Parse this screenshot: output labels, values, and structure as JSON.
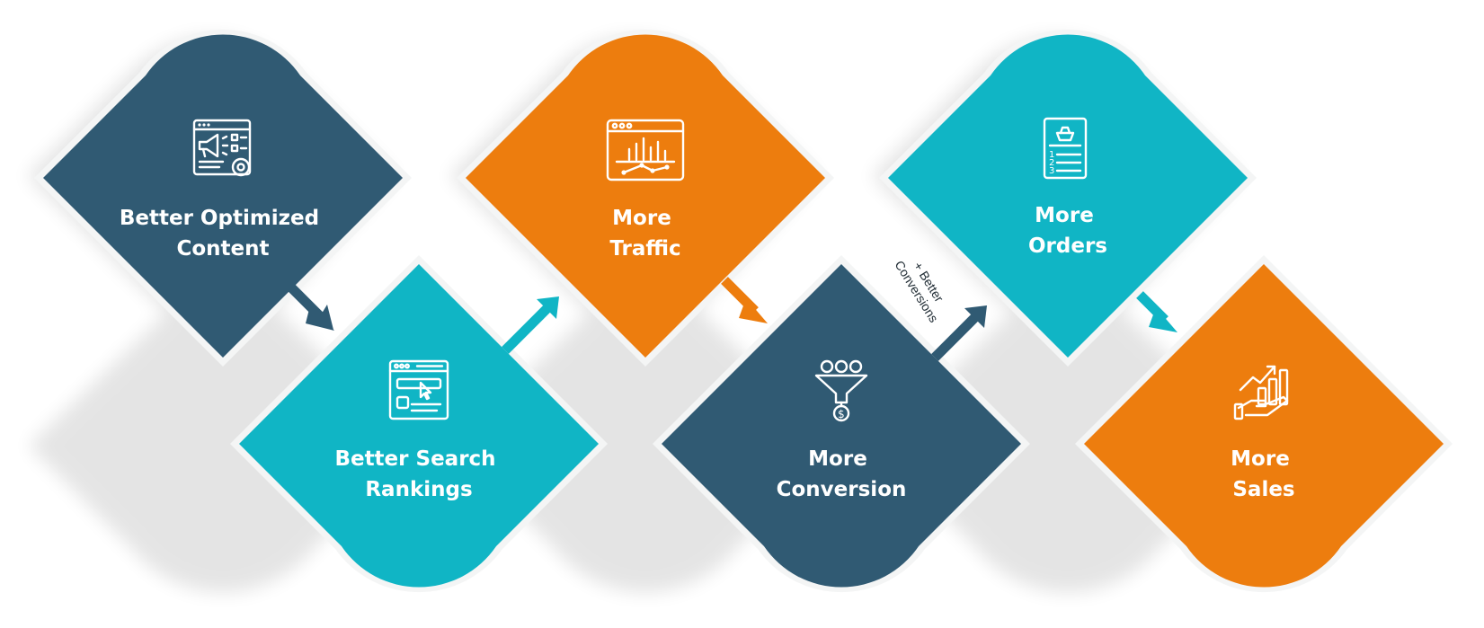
{
  "steps": [
    {
      "line1": "Better Optimized",
      "line2": "Content",
      "color": "#305a73",
      "icon": "content-marketing-icon"
    },
    {
      "line1": "Better Search",
      "line2": "Rankings",
      "color": "#10b5c5",
      "icon": "search-ranking-icon"
    },
    {
      "line1": "More",
      "line2": "Traffic",
      "color": "#ed7d0e",
      "icon": "traffic-analytics-icon"
    },
    {
      "line1": "More",
      "line2": "Conversion",
      "color": "#305a73",
      "icon": "conversion-funnel-icon"
    },
    {
      "line1": "More",
      "line2": "Orders",
      "color": "#10b5c5",
      "icon": "order-list-icon"
    },
    {
      "line1": "More",
      "line2": "Sales",
      "color": "#ed7d0e",
      "icon": "sales-growth-icon"
    }
  ],
  "annotation": {
    "line1": "+ Better",
    "line2": "Conversions"
  },
  "arrow_colors": [
    "#305a73",
    "#10b5c5",
    "#ed7d0e",
    "#305a73",
    "#10b5c5"
  ]
}
